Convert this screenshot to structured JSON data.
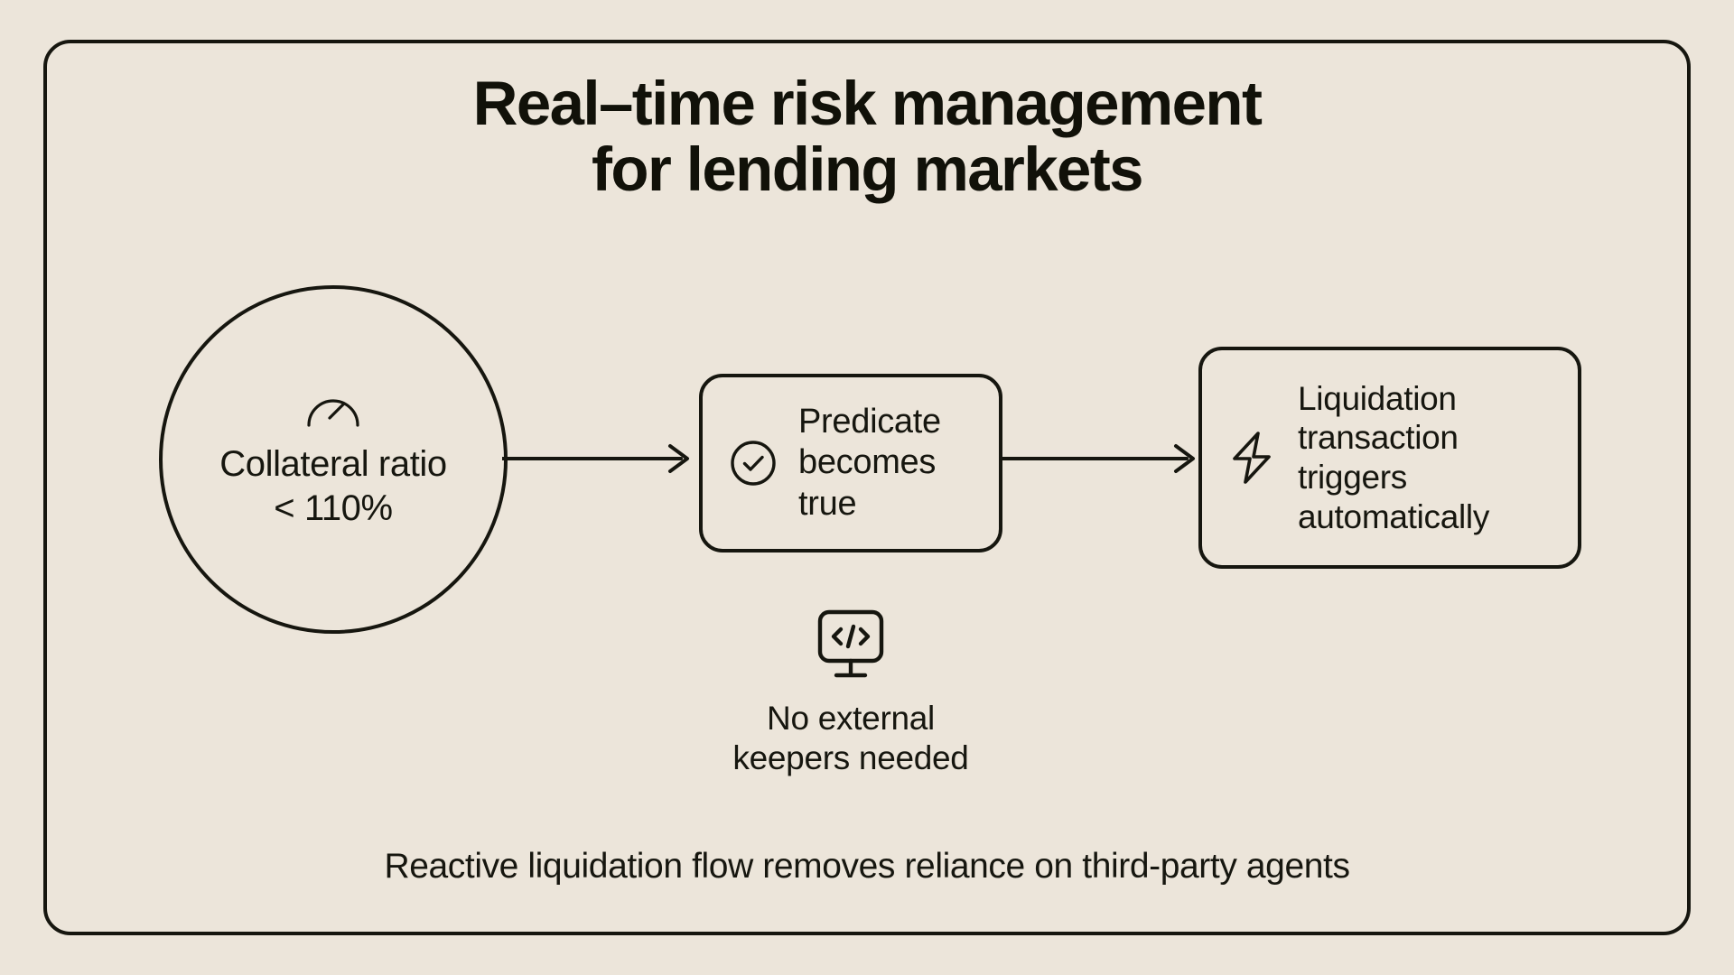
{
  "canvas": {
    "background_color": "#ece5da",
    "ink_color": "#16160f"
  },
  "frame": {
    "border_color": "#16160f",
    "corner_radius": "30px"
  },
  "header": {
    "title": "Real–time risk management\nfor lending markets"
  },
  "flow": {
    "nodes": [
      {
        "id": "collateral-ratio",
        "shape": "circle",
        "icon": "gauge-icon",
        "text": "Collateral ratio\n< 110%"
      },
      {
        "id": "predicate",
        "shape": "rounded-rect",
        "icon": "check-circle-icon",
        "text": "Predicate\nbecomes\ntrue"
      },
      {
        "id": "liquidation",
        "shape": "rounded-rect",
        "icon": "lightning-bolt-icon",
        "text": "Liquidation\ntransaction\ntriggers\nautomatically"
      }
    ],
    "connectors": [
      {
        "id": "arrow-1",
        "from": "collateral-ratio",
        "to": "predicate",
        "style": "solid-arrow-right"
      },
      {
        "id": "arrow-2",
        "from": "predicate",
        "to": "liquidation",
        "style": "solid-arrow-right"
      }
    ]
  },
  "note": {
    "icon": "monitor-code-icon",
    "text": "No external\nkeepers needed"
  },
  "footer": {
    "caption": "Reactive liquidation flow removes reliance on third-party agents"
  }
}
